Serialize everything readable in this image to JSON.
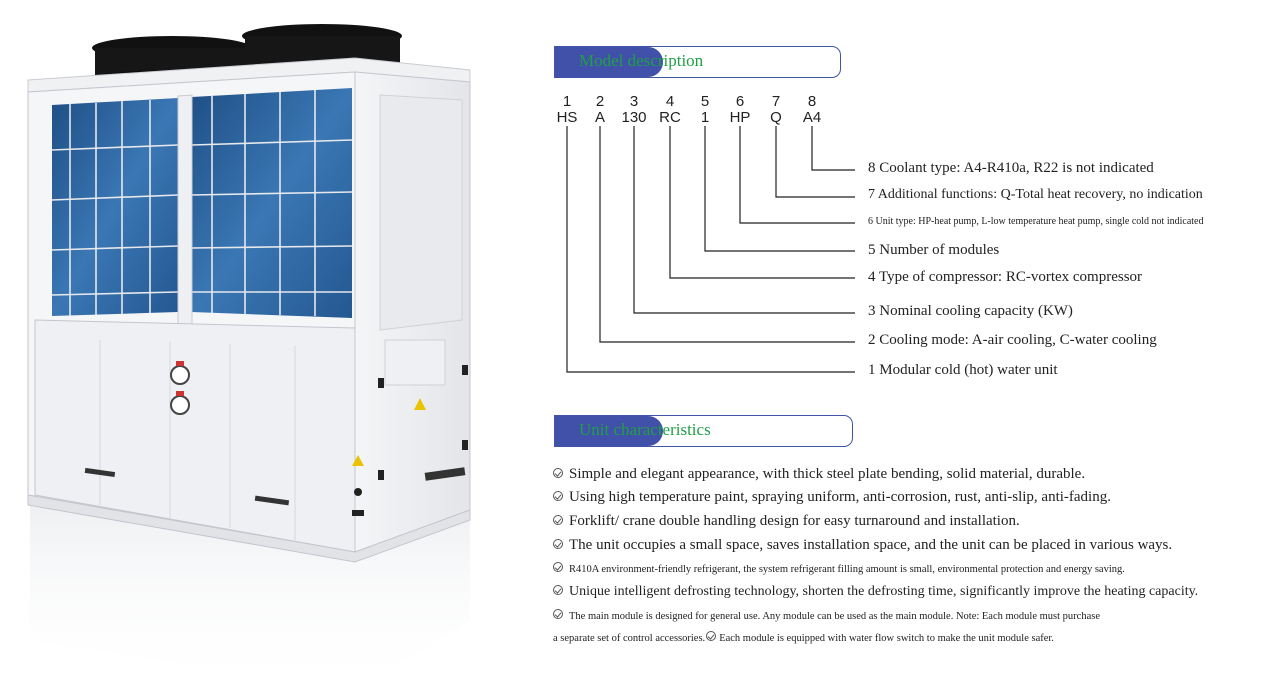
{
  "model_section": {
    "title": "Model description"
  },
  "code_positions": [
    "1",
    "2",
    "3",
    "4",
    "5",
    "6",
    "7",
    "8"
  ],
  "code_values": [
    "HS",
    "A",
    "130",
    "RC",
    "1",
    "HP",
    "Q",
    "A4"
  ],
  "descriptions": [
    "8 Coolant type: A4-R410a, R22 is not indicated",
    "7 Additional functions: Q-Total heat recovery, no indication",
    "6 Unit type: HP-heat pump, L-low temperature heat pump, single cold not indicated",
    "5 Number of modules",
    "4 Type of compressor: RC-vortex compressor",
    "3 Nominal cooling capacity (KW)",
    "2 Cooling mode: A-air cooling, C-water cooling",
    "1 Modular cold (hot) water unit"
  ],
  "unit_section": {
    "title": "Unit characteristics"
  },
  "features": [
    "Simple and elegant appearance, with thick steel plate bending, solid material, durable.",
    "Using high temperature paint, spraying uniform, anti-corrosion, rust, anti-slip, anti-fading.",
    "Forklift/ crane double handling design for easy turnaround and installation.",
    "The unit occupies a small space, saves installation space, and the unit can be placed in various ways.",
    "R410A environment-friendly refrigerant, the system refrigerant filling amount is small, environmental protection and energy saving.",
    "Unique intelligent defrosting technology, shorten the defrosting time, significantly improve the heating capacity.",
    "The main module is designed for general use. Any module can be used as the main module. Note: Each module must purchase"
  ],
  "feature_cont": "a separate set of control accessories.",
  "feature_last": "Each module is equipped with water flow switch to make the unit module safer.",
  "colors": {
    "accent_blue": "#4150a8",
    "heading_green": "#1fa046",
    "coil_blue": "#2a5f9a"
  }
}
